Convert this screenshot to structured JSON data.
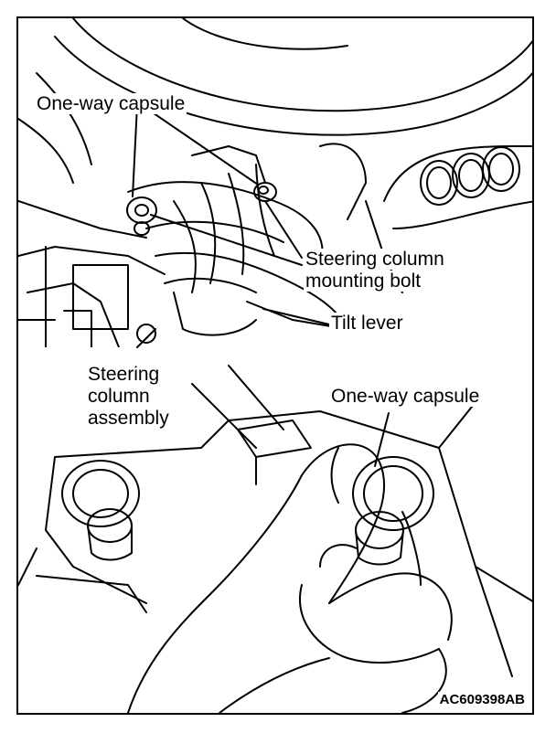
{
  "labels": {
    "one_way_capsule_top": "One-way capsule",
    "steering_column_mounting_bolt_line1": "Steering column",
    "steering_column_mounting_bolt_line2": "mounting bolt",
    "tilt_lever": "Tilt lever",
    "steering_column_assembly_line1": "Steering",
    "steering_column_assembly_line2": "column",
    "steering_column_assembly_line3": "assembly",
    "one_way_capsule_bottom": "One-way capsule"
  },
  "figure_code": "AC609398AB"
}
